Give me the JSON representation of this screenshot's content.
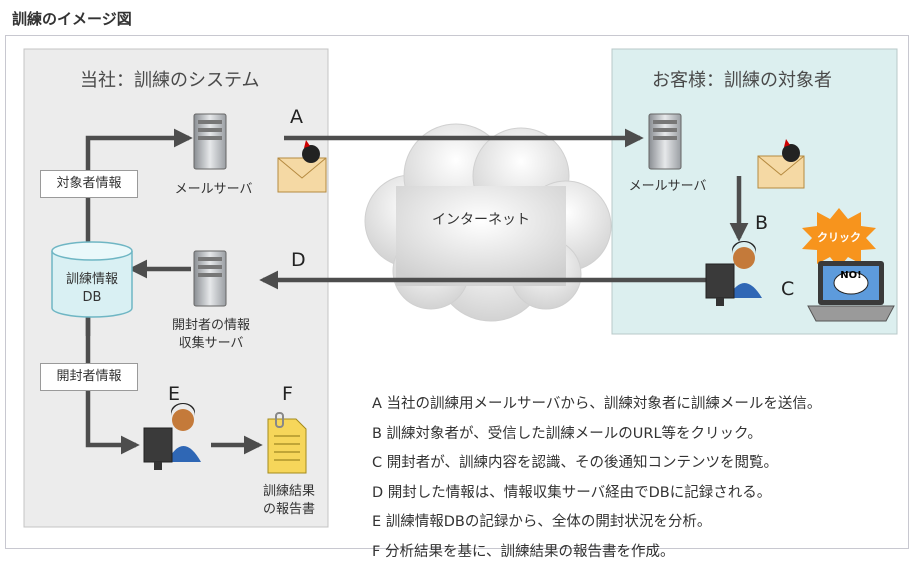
{
  "page_title": "訓練のイメージ図",
  "left_panel": {
    "title": "当社：訓練のシステム"
  },
  "right_panel": {
    "title": "お客様：訓練の対象者"
  },
  "nodes": {
    "mail_server_left": "メールサーバ",
    "mail_server_right": "メールサーバ",
    "collect_server_line1": "開封者の情報",
    "collect_server_line2": "収集サーバ",
    "db_line1": "訓練情報",
    "db_line2": "DB",
    "internet": "インターネット",
    "report_line1": "訓練結果",
    "report_line2": "の報告書",
    "click_badge": "クリック",
    "laptop_screen": "NO!"
  },
  "labels": {
    "target_info": "対象者情報",
    "opener_info": "開封者情報"
  },
  "letters": {
    "A": "A",
    "B": "B",
    "C": "C",
    "D": "D",
    "E": "E",
    "F": "F"
  },
  "legend": [
    "A 当社の訓練用メールサーバから、訓練対象者に訓練メールを送信。",
    "B 訓練対象者が、受信した訓練メールのURL等をクリック。",
    "C 開封者が、訓練内容を認識、その後通知コンテンツを閲覧。",
    "D 開封した情報は、情報収集サーバ経由でDBに記録される。",
    "E 訓練情報DBの記録から、全体の開封状況を分析。",
    "F 分析結果を基に、訓練結果の報告書を作成。"
  ],
  "colors": {
    "left_panel_bg": "#ececec",
    "right_panel_bg": "#dcefef",
    "arrow": "#4d4d4d",
    "db_fill": "#d9f0f3",
    "click_badge": "#f7941d"
  }
}
